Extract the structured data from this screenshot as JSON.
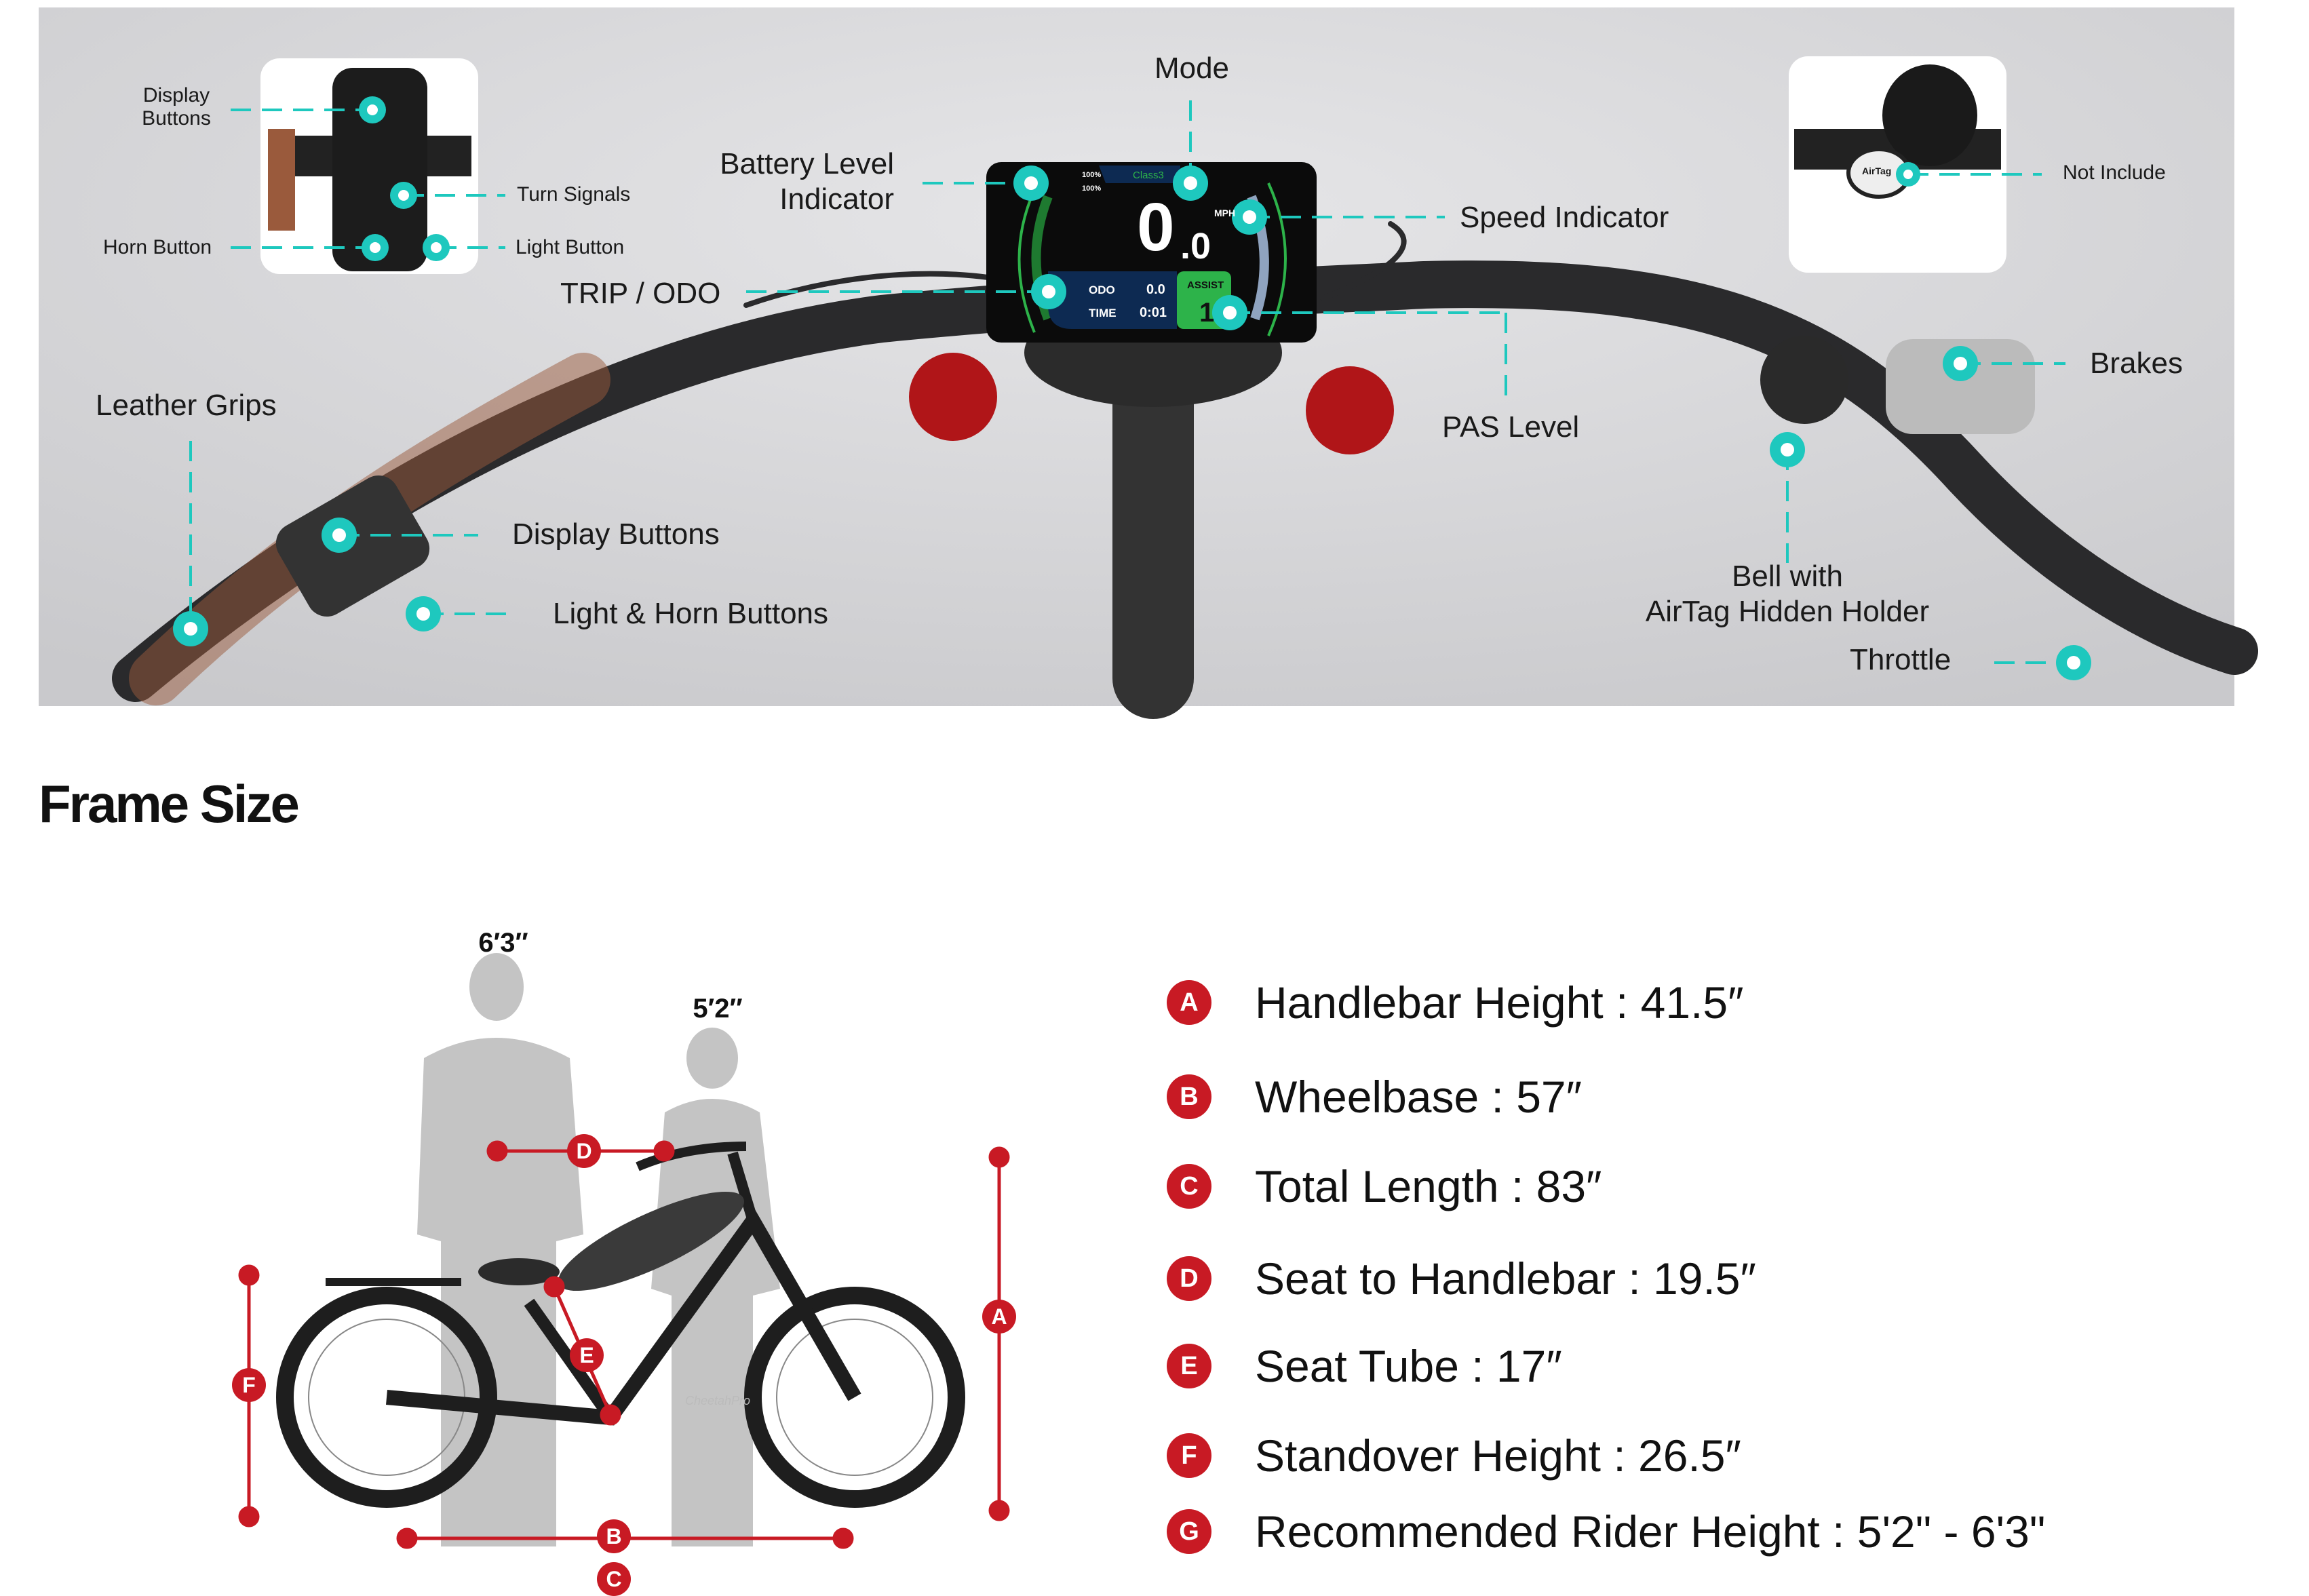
{
  "callouts": {
    "mode": "Mode",
    "display_buttons_small": [
      "Display",
      "Buttons"
    ],
    "turn_signals": "Turn Signals",
    "horn_button": "Horn Button",
    "light_button": "Light Button",
    "battery_level": [
      "Battery Level",
      "Indicator"
    ],
    "trip_odo": "TRIP / ODO",
    "speed_indicator": "Speed Indicator",
    "not_include": "Not Include",
    "brakes": "Brakes",
    "pas_level": "PAS Level",
    "leather_grips": "Leather Grips",
    "display_buttons": "Display Buttons",
    "light_horn_buttons": "Light & Horn Buttons",
    "bell": [
      "Bell with",
      "AirTag Hidden Holder"
    ],
    "throttle": "Throttle"
  },
  "screen": {
    "battery1": "100%",
    "battery2": "100%",
    "mode": "Class3",
    "speed_int": "0",
    "speed_dec": ".0",
    "unit": "MPH",
    "odo_label": "ODO",
    "odo_value": "0.0",
    "time_label": "TIME",
    "time_value": "0:01",
    "assist_label": "ASSIST",
    "assist_value": "1",
    "airtag": "AirTag"
  },
  "frame": {
    "title": "Frame Size",
    "tall_height": "6′3″",
    "short_height": "5′2″",
    "specs": [
      {
        "key": "A",
        "text": "Handlebar Height : 41.5″"
      },
      {
        "key": "B",
        "text": "Wheelbase : 57″"
      },
      {
        "key": "C",
        "text": "Total Length : 83″"
      },
      {
        "key": "D",
        "text": "Seat to Handlebar : 19.5″"
      },
      {
        "key": "E",
        "text": "Seat Tube : 17″"
      },
      {
        "key": "F",
        "text": "Standover Height : 26.5″"
      },
      {
        "key": "G",
        "text": "Recommended Rider Height : 5'2\" - 6'3\""
      }
    ],
    "bike_brand": "CheetahPro"
  },
  "colors": {
    "teal": "#1ec8be",
    "red": "#c81a24",
    "green": "#2db34a",
    "navy": "#0d2a52"
  }
}
